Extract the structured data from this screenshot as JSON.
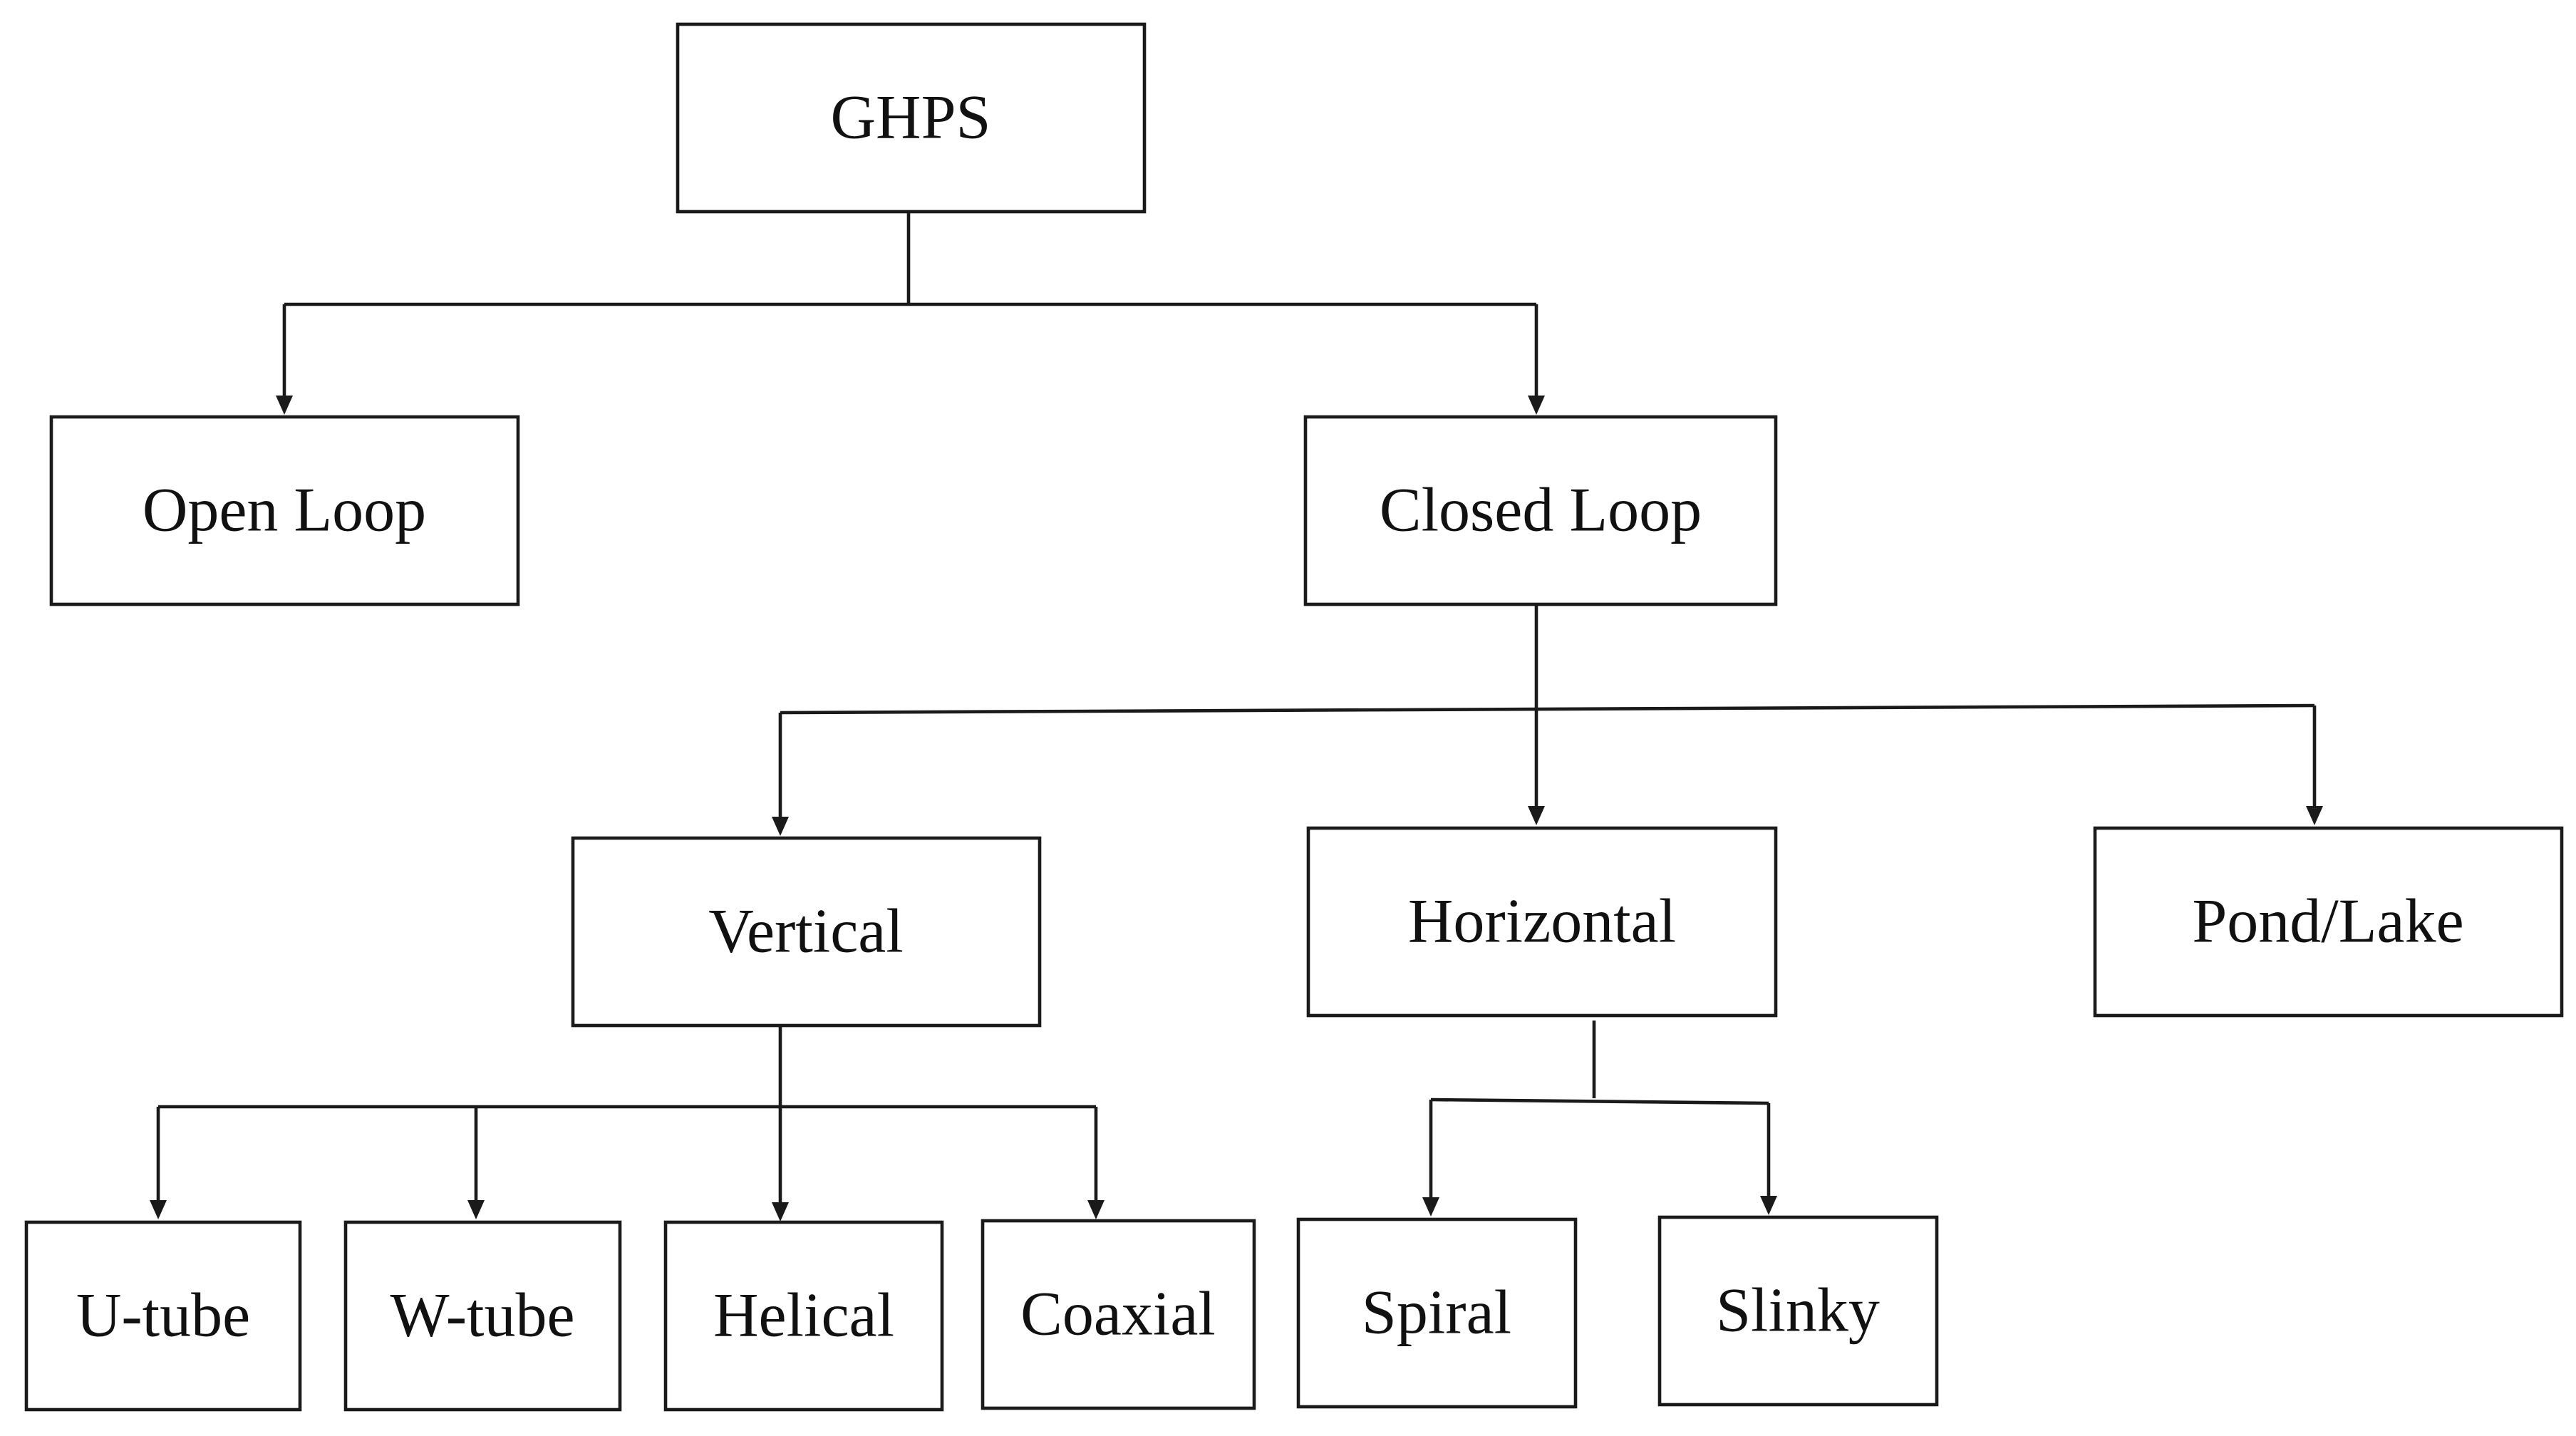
{
  "diagram": {
    "nodes": {
      "ghps": "GHPS",
      "open_loop": "Open Loop",
      "closed_loop": "Closed Loop",
      "vertical": "Vertical",
      "horizontal": "Horizontal",
      "pond_lake": "Pond/Lake",
      "u_tube": "U-tube",
      "w_tube": "W-tube",
      "helical": "Helical",
      "coaxial": "Coaxial",
      "spiral": "Spiral",
      "slinky": "Slinky"
    },
    "edges": [
      {
        "from": "ghps",
        "to": "open_loop"
      },
      {
        "from": "ghps",
        "to": "closed_loop"
      },
      {
        "from": "closed_loop",
        "to": "vertical"
      },
      {
        "from": "closed_loop",
        "to": "horizontal"
      },
      {
        "from": "closed_loop",
        "to": "pond_lake"
      },
      {
        "from": "vertical",
        "to": "u_tube"
      },
      {
        "from": "vertical",
        "to": "w_tube"
      },
      {
        "from": "vertical",
        "to": "helical"
      },
      {
        "from": "vertical",
        "to": "coaxial"
      },
      {
        "from": "horizontal",
        "to": "spiral"
      },
      {
        "from": "horizontal",
        "to": "slinky"
      }
    ],
    "colors": {
      "stroke": "#1a1a1a",
      "text": "#111111",
      "background": "#ffffff"
    }
  }
}
